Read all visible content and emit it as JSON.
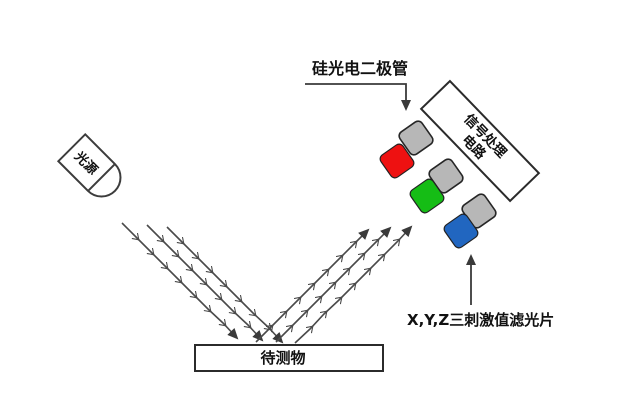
{
  "diagram": {
    "title_semantic": "tristimulus-colorimeter-principle-diagram",
    "labels": {
      "light_source": "光源",
      "photodiode": "硅光电二极管",
      "signal_box_line1": "信号处理",
      "signal_box_line2": "电路",
      "xyz_filter": "X,Y,Z三刺激值滤光片",
      "test_object": "待测物"
    },
    "colors": {
      "filter_x_red": "#ee1111",
      "filter_y_green": "#15bd15",
      "filter_z_blue": "#2166c0",
      "photodiode_gray": "#b7b7b7",
      "box_fill_white": "#ffffff"
    }
  }
}
